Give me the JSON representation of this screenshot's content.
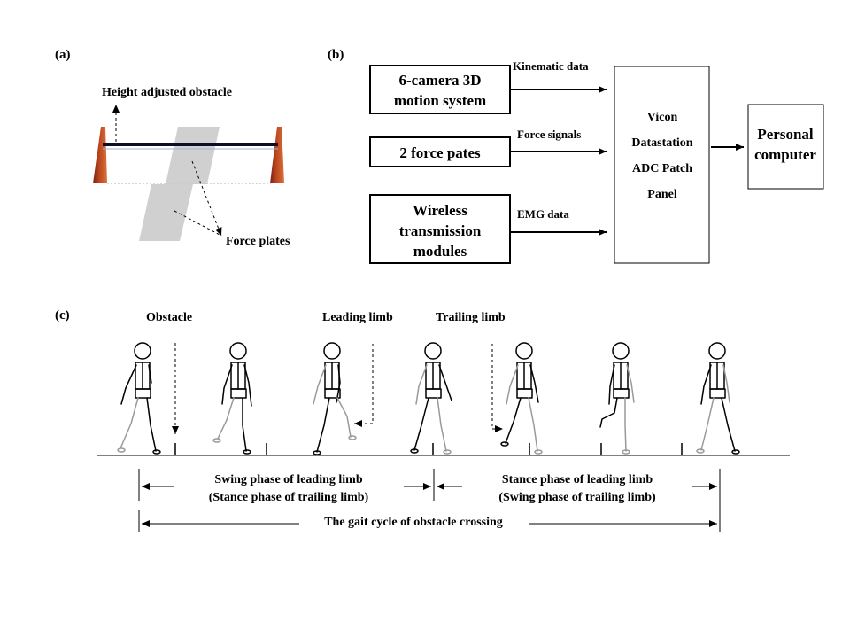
{
  "panel_a": {
    "tag": "(a)",
    "obstacle_label": "Height adjusted obstacle",
    "force_plates_label": "Force plates"
  },
  "panel_b": {
    "tag": "(b)",
    "boxes": {
      "camera": [
        "6-camera 3D",
        "motion system"
      ],
      "force": "2 force pates",
      "wireless": [
        "Wireless",
        "transmission",
        "modules"
      ],
      "vicon": [
        "Vicon",
        "Datastation",
        "ADC Patch",
        "Panel"
      ],
      "pc": [
        "Personal",
        "computer"
      ]
    },
    "arrows": {
      "kinematic": "Kinematic data",
      "force": "Force signals",
      "emg": "EMG data"
    }
  },
  "panel_c": {
    "tag": "(c)",
    "labels": {
      "obstacle": "Obstacle",
      "leading": "Leading limb",
      "trailing": "Trailing limb"
    },
    "phases": {
      "swing_leading": "Swing phase of leading limb",
      "stance_trailing": "(Stance phase of trailing  limb)",
      "stance_leading": "Stance phase of leading limb",
      "swing_trailing": "(Swing phase of trailing  limb)",
      "cycle": "The gait cycle of obstacle crossing"
    }
  },
  "colors": {
    "obstacle_post": "#b5401f",
    "force_plate": "#d0d0d0",
    "ground": "#808080",
    "gray_limb": "#9a9a9a"
  }
}
